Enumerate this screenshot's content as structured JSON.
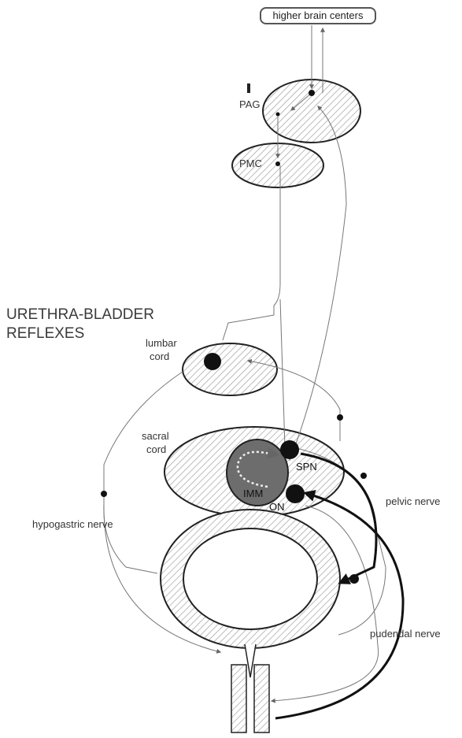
{
  "title_lines": [
    "URETHRA-BLADDER",
    "REFLEXES"
  ],
  "nodes": {
    "higher": "higher brain centers",
    "pag": "PAG",
    "pmc": "PMC",
    "lumbar": [
      "lumbar",
      "cord"
    ],
    "sacral": [
      "sacral",
      "cord"
    ],
    "spn": "SPN",
    "imm": "IMM",
    "on": "ON"
  },
  "nerves": {
    "hypogastric": "hypogastric nerve",
    "pelvic": "pelvic nerve",
    "pudendal": "pudendal nerve"
  }
}
